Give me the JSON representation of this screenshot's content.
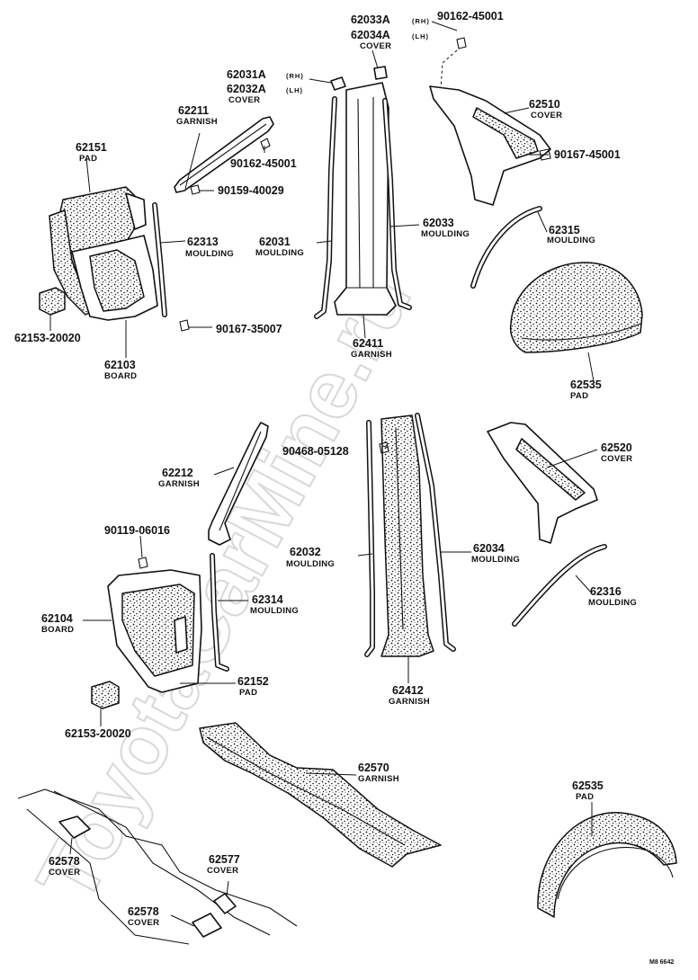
{
  "watermark": "ToyotaCarMine.ru",
  "drawing_ref": "M8 6642",
  "labels": {
    "c62033a": {
      "part": "62033A",
      "side": "(RH)"
    },
    "c62034a": {
      "part": "62034A",
      "side": "(LH)",
      "name": "COVER"
    },
    "b90162_top": {
      "part": "90162-45001"
    },
    "c62031a": {
      "part": "62031A",
      "side": "(RH)"
    },
    "c62032a": {
      "part": "62032A",
      "side": "(LH)",
      "name": "COVER"
    },
    "g62211": {
      "part": "62211",
      "name": "GARNISH"
    },
    "c62510": {
      "part": "62510",
      "name": "COVER"
    },
    "p62151": {
      "part": "62151",
      "name": "PAD"
    },
    "b90162_mid": {
      "part": "90162-45001"
    },
    "b90167_top": {
      "part": "90167-45001"
    },
    "b90159": {
      "part": "90159-40029"
    },
    "m62033": {
      "part": "62033",
      "name": "MOULDING"
    },
    "m62313": {
      "part": "62313",
      "name": "MOULDING"
    },
    "m62031": {
      "part": "62031",
      "name": "MOULDING"
    },
    "m62315": {
      "part": "62315",
      "name": "MOULDING"
    },
    "b90167_35": {
      "part": "90167-35007"
    },
    "p62153_top": {
      "part": "62153-20020"
    },
    "g62411": {
      "part": "62411",
      "name": "GARNISH"
    },
    "bd62103": {
      "part": "62103",
      "name": "BOARD"
    },
    "p62535_top": {
      "part": "62535",
      "name": "PAD"
    },
    "b90468": {
      "part": "90468-05128"
    },
    "c62520": {
      "part": "62520",
      "name": "COVER"
    },
    "g62212": {
      "part": "62212",
      "name": "GARNISH"
    },
    "b90119": {
      "part": "90119-06016"
    },
    "m62032": {
      "part": "62032",
      "name": "MOULDING"
    },
    "m62034": {
      "part": "62034",
      "name": "MOULDING"
    },
    "bd62104": {
      "part": "62104",
      "name": "BOARD"
    },
    "m62314": {
      "part": "62314",
      "name": "MOULDING"
    },
    "m62316": {
      "part": "62316",
      "name": "MOULDING"
    },
    "p62152": {
      "part": "62152",
      "name": "PAD"
    },
    "g62412": {
      "part": "62412",
      "name": "GARNISH"
    },
    "p62153_bot": {
      "part": "62153-20020"
    },
    "g62570": {
      "part": "62570",
      "name": "GARNISH"
    },
    "p62535_bot": {
      "part": "62535",
      "name": "PAD"
    },
    "c62578_left": {
      "part": "62578",
      "name": "COVER"
    },
    "c62577": {
      "part": "62577",
      "name": "COVER"
    },
    "c62578_bot": {
      "part": "62578",
      "name": "COVER"
    }
  }
}
